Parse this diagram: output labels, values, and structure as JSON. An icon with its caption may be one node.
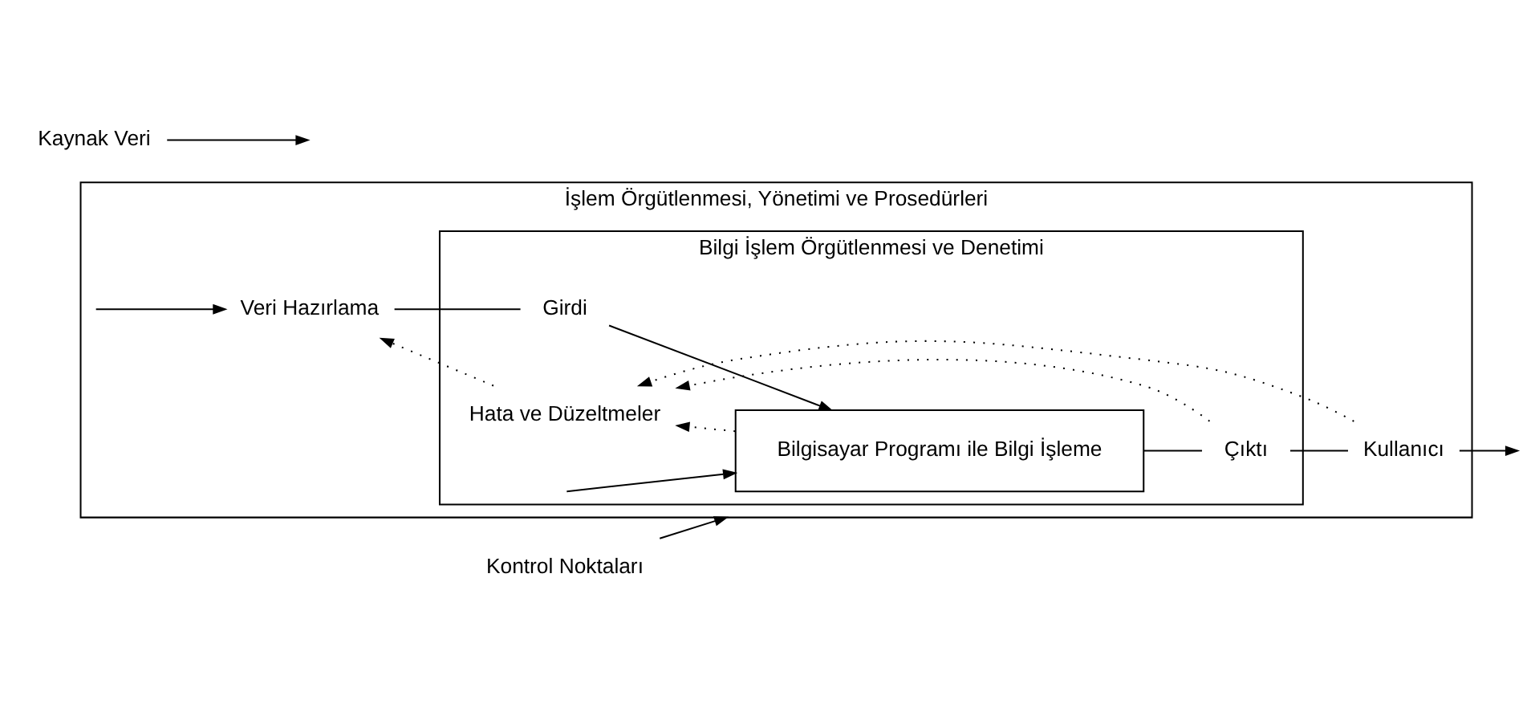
{
  "diagram": {
    "nodes": [
      {
        "text": [
          "İşlem Örgütlenmesi, Yönetimi ve Prosedürleri"
        ]
      },
      {
        "text": [
          "Bilgi İşlem Örgütlenmesi ve Denetimi"
        ],
        "in": 0
      },
      {
        "text": [
          "Bilgisayar Programı ile Bilgi İşleme"
        ],
        "in": 1
      },
      {
        "text": [
          "Kaynak Veri"
        ]
      },
      {
        "text": [
          "Veri Hazırlama"
        ],
        "in": 0
      },
      {
        "text": [
          "Girdi"
        ],
        "in": 1
      },
      {
        "text": [
          "Çıktı"
        ],
        "in": 1
      },
      {
        "text": [
          "Kullanıcı"
        ],
        "in": 0
      },
      {
        "text": [
          "Hata ve Düzeltmeler"
        ],
        "in": 1
      },
      {
        "text": [
          "Kontrol Noktaları"
        ]
      }
    ],
    "edges": [
      {
        "from": 3,
        "to": null,
        "arrow": "to"
      },
      {
        "from": null,
        "to": 4,
        "arrow": "to"
      },
      {
        "from": 4,
        "to": 5,
        "arrow": "none"
      },
      {
        "from": 5,
        "to": 2,
        "arrow": "to"
      },
      {
        "from": null,
        "to": 2,
        "arrow": "to"
      },
      {
        "from": 2,
        "to": 6,
        "arrow": "none"
      },
      {
        "from": 6,
        "to": 7,
        "arrow": "none"
      },
      {
        "from": 7,
        "to": null,
        "arrow": "to"
      },
      {
        "from": 2,
        "to": 8,
        "arrow": "to",
        "style": "dashed"
      },
      {
        "from": 6,
        "to": 8,
        "arrow": "to",
        "style": "dashed"
      },
      {
        "from": 7,
        "to": 8,
        "arrow": "to",
        "style": "dashed"
      },
      {
        "from": 8,
        "to": 4,
        "arrow": "to",
        "style": "dashed"
      },
      {
        "from": 9,
        "to": 0,
        "arrow": "to"
      }
    ]
  }
}
